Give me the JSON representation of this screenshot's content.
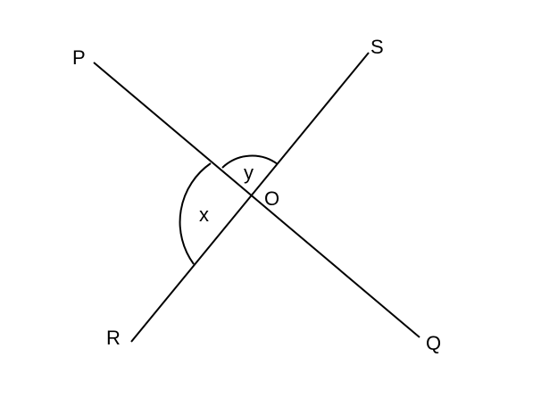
{
  "points": {
    "P": "P",
    "Q": "Q",
    "R": "R",
    "S": "S",
    "O": "O"
  },
  "angles": {
    "x": "x",
    "y": "y"
  },
  "colors": {
    "stroke": "#000000",
    "background": "#ffffff"
  }
}
